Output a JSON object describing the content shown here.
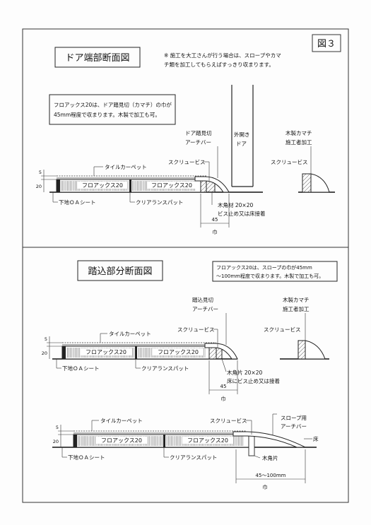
{
  "figure_label": "図３",
  "top": {
    "title": "ドア端部断面図",
    "note_lines": [
      "※ 施工を大工さんが行う場合は、スロープやカマ",
      "チ類を加工してもらえばすっきり収まります。"
    ],
    "info_lines": [
      "フロアックス20は、ドア踏見切（カマチ）の巾が",
      "45mm程度で収まります。木製で加工も可。"
    ],
    "labels": {
      "dim_5": "5",
      "dim_20": "20",
      "tile_carpet": "タイルカーペット",
      "floorax_a": "フロアックス20",
      "floorax_b": "フロアックス20",
      "base_sheet": "下地ＯＡシート",
      "clear_pad": "クリアランスパット",
      "screw": "スクリュービス",
      "door_arch": [
        "ドア踏見切",
        "アーチバー"
      ],
      "door_open": [
        "外開き",
        "ドア"
      ],
      "wood_block": [
        "木角材 20×20",
        "ビス止め又は床接着"
      ],
      "dim_45": "45",
      "width": "巾",
      "detail_kamachi": [
        "木製カマチ",
        "施工者加工"
      ],
      "detail_screw": "スクリュービス"
    }
  },
  "bottom": {
    "title": "踏込部分断面図",
    "info_lines": [
      "フロアックス20は、スロープの巾が45mm",
      "～100mm程度で収まります。木製で加工も可。"
    ],
    "labels": {
      "dim_5": "5",
      "dim_20": "20",
      "tile_carpet": "タイルカーペット",
      "floorax_a": "フロアックス20",
      "floorax_b": "フロアックス20",
      "base_sheet": "下地ＯＡシート",
      "clear_pad": "クリアランスパット",
      "screw": "スクリュービス",
      "step_arch": [
        "踏込見切",
        "アーチバー"
      ],
      "wood_piece": [
        "木角片 20×20",
        "床にビス止め又は接着"
      ],
      "dim_45": "45",
      "width": "巾",
      "detail_kamachi": [
        "木製カマチ",
        "施工者加工"
      ],
      "detail_screw": "スクリュービス"
    },
    "slope": {
      "dim_5": "5",
      "dim_20": "20",
      "tile_carpet": "タイルカーペット",
      "floorax_a": "フロアックス20",
      "floorax_b": "フロアックス20",
      "base_sheet": "下地ＯＡシート",
      "clear_pad": "クリアランスパット",
      "screw": "スクリュービス",
      "slope_arch": [
        "スロープ用",
        "アーチバー"
      ],
      "floor": "床",
      "wood_piece": "木角片",
      "dim_range": "45～100mm",
      "width": "巾"
    }
  }
}
